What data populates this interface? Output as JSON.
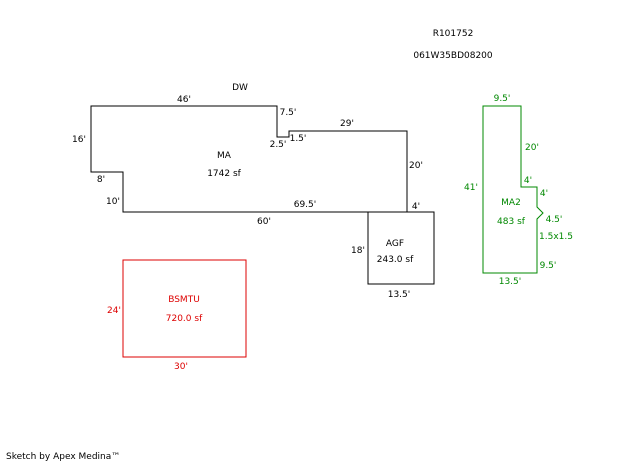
{
  "header": {
    "record_id": "R101752",
    "parcel_id": "061W35BD08200"
  },
  "colors": {
    "black": "#000000",
    "red": "#dd0000",
    "green": "#008800"
  },
  "areas": {
    "main": {
      "top_label": "DW",
      "label": "MA",
      "area": "1742 sf",
      "dims": [
        "46'",
        "7.5'",
        "2.5'",
        "1.5'",
        "29'",
        "16'",
        "8'",
        "10'",
        "20'",
        "4'",
        "69.5'",
        "60'"
      ]
    },
    "agf": {
      "label": "AGF",
      "area": "243.0 sf",
      "dims": [
        "18'",
        "13.5'"
      ]
    },
    "bsmtu": {
      "label": "BSMTU",
      "area": "720.0 sf",
      "dims": [
        "24'",
        "30'"
      ]
    },
    "ma2": {
      "label": "MA2",
      "area": "483 sf",
      "dims": [
        "9.5'",
        "20'",
        "41'",
        "4'",
        "4'",
        "4.5'",
        "1.5x1.5",
        "9.5'",
        "13.5'"
      ]
    }
  },
  "footer": {
    "credit": "Sketch by Apex Medina™"
  }
}
